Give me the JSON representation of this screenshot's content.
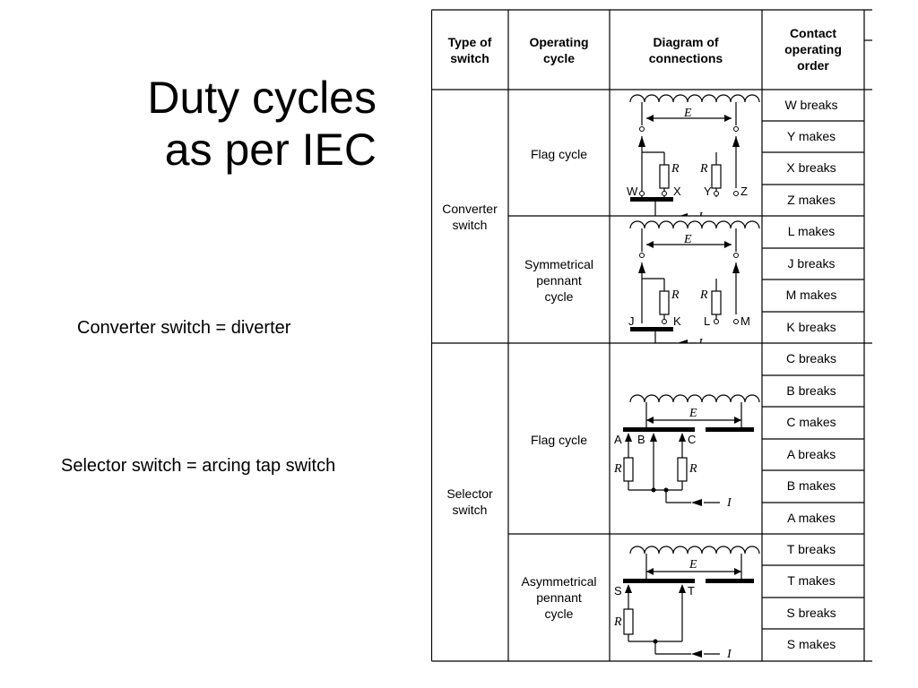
{
  "slide": {
    "title_line1": "Duty cycles",
    "title_line2": "as per IEC",
    "note_converter": "Converter switch = diverter",
    "note_selector": "Selector switch = arcing tap switch"
  },
  "table": {
    "headers": {
      "type": [
        "Type of",
        "switch"
      ],
      "cycle": [
        "Operating",
        "cycle"
      ],
      "diagram": [
        "Diagram of",
        "connections"
      ],
      "order": [
        "Contact",
        "operating",
        "order"
      ]
    },
    "groups": [
      {
        "type_label": [
          "Converter",
          "switch"
        ],
        "cycles": [
          {
            "name": [
              "Flag cycle"
            ],
            "order": [
              "W breaks",
              "Y makes",
              "X breaks",
              "Z makes"
            ],
            "labels": {
              "E": "E",
              "I": "I",
              "R": "R",
              "t1": "W",
              "t2": "X",
              "t3": "Y",
              "t4": "Z"
            }
          },
          {
            "name": [
              "Symmetrical",
              "pennant",
              "cycle"
            ],
            "order": [
              "L makes",
              "J breaks",
              "M makes",
              "K breaks"
            ],
            "labels": {
              "E": "E",
              "I": "I",
              "R": "R",
              "t1": "J",
              "t2": "K",
              "t3": "L",
              "t4": "M"
            }
          }
        ]
      },
      {
        "type_label": [
          "Selector",
          "switch"
        ],
        "cycles": [
          {
            "name": [
              "Flag cycle"
            ],
            "order": [
              "C breaks",
              "B breaks",
              "C makes",
              "A breaks",
              "B makes",
              "A makes"
            ],
            "labels": {
              "E": "E",
              "I": "I",
              "R": "R",
              "A": "A",
              "B": "B",
              "C": "C"
            }
          },
          {
            "name": [
              "Asymmetrical",
              "pennant",
              "cycle"
            ],
            "order": [
              "T breaks",
              "T makes",
              "S breaks",
              "S makes"
            ],
            "labels": {
              "E": "E",
              "I": "I",
              "R": "R",
              "S": "S",
              "T": "T"
            }
          }
        ]
      }
    ]
  }
}
